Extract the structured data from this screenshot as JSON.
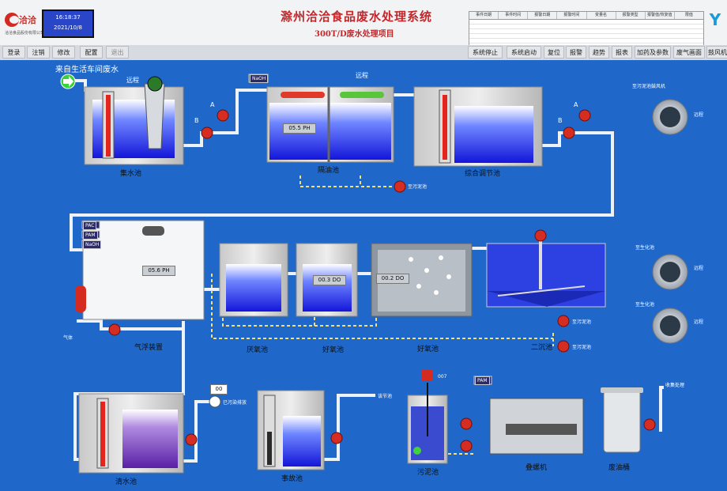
{
  "header": {
    "logo_name": "洽洽",
    "logo_subtitle": "洽洽食品股份有限公司",
    "time": "16:18:37",
    "date": "2021/10/8",
    "title": "滁州洽洽食品废水处理系统",
    "subtitle": "300T/D废水处理项目",
    "right_logo": "Y"
  },
  "alarm_table": {
    "columns": [
      "事件日期",
      "事件时间",
      "报警日期",
      "报警时间",
      "变量名",
      "报警类型",
      "报警值/恢复值",
      "限值"
    ]
  },
  "left_menu": [
    "登录",
    "注销",
    "修改",
    "配置",
    "退出"
  ],
  "right_menu": [
    "系统停止",
    "系统启动",
    "复位",
    "报警",
    "趋势",
    "报表",
    "加药及参数",
    "废气画面",
    "鼓风机"
  ],
  "process": {
    "inflow": "来自生活车间废水",
    "tanks": {
      "collect": "集水池",
      "oil_sep": "隔油池",
      "regulate": "综合调节池",
      "air_float": "气浮装置",
      "anaerobic": "厌氧池",
      "aerobic_pre": "好氧池",
      "aerobic": "好氧池",
      "secondary": "二沉池",
      "clear": "清水池",
      "accident": "事故池",
      "sludge": "污泥池",
      "screw": "叠螺机",
      "oil_drum": "废油桶"
    },
    "readings": {
      "oil_ph": "05.5 PH",
      "float_ph": "05.6 PH",
      "anaerobic_do": "00.3 DO",
      "aerobic_do": "00.2 DO"
    },
    "tags": {
      "naoh": "NaOH",
      "pac": "PAC",
      "pam": "PAM",
      "naoh2": "NaOH",
      "pam2": "PAM",
      "flow": "00",
      "sludge_level": "007"
    },
    "texts": {
      "remote": "远程",
      "to_sludge": "至污泥池",
      "to_regulate": "该节池",
      "discharge": "已污染排放",
      "collect_process": "收集处理",
      "fan1": "至污泥池鼓风机",
      "fan2": "至生化池",
      "fan3": "至生化池",
      "gas": "气体",
      "a": "A",
      "b": "B"
    }
  }
}
